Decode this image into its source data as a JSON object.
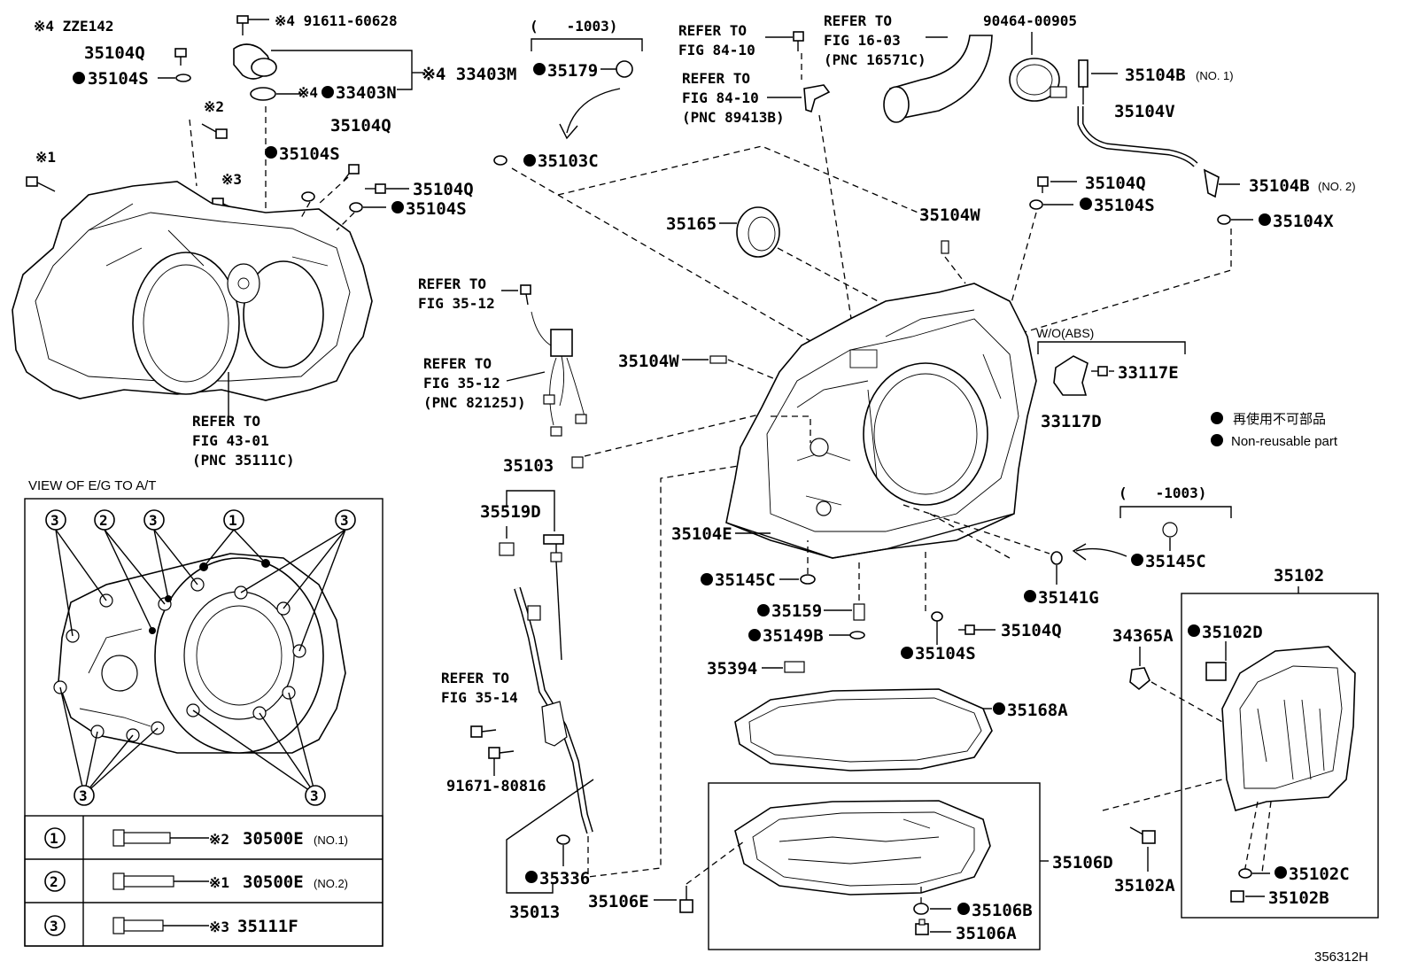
{
  "diagram_id": "356312H",
  "notes": {
    "zze_variant": "※4 ZZE142",
    "view_label": "VIEW OF E/G TO A/T",
    "wo_abs": "W/O(ABS)",
    "range_top": "(　　-1003)",
    "range_right": "(　　-1003)"
  },
  "legend": {
    "jp": "再使用不可部品",
    "en": "Non-reusable part"
  },
  "refs": {
    "fig_84_10_a": [
      "REFER TO",
      "FIG 84-10"
    ],
    "fig_84_10_b": [
      "REFER TO",
      "FIG 84-10",
      "(PNC 89413B)"
    ],
    "fig_16_03": [
      "REFER TO",
      "FIG 16-03",
      "(PNC 16571C)"
    ],
    "fig_35_12_a": [
      "REFER TO",
      "FIG 35-12"
    ],
    "fig_35_12_b": [
      "REFER TO",
      "FIG 35-12",
      "(PNC 82125J)"
    ],
    "fig_43_01": [
      "REFER TO",
      "FIG 43-01",
      "(PNC 35111C)"
    ],
    "fig_35_14": [
      "REFER TO",
      "FIG 35-14"
    ]
  },
  "parts": {
    "p91611": "※4 91611-60628",
    "p35104Q_1": "35104Q",
    "p35104S_1": "35104S",
    "p33403M": "※4 33403M",
    "p33403N": "33403N",
    "mark4": "※4",
    "mark2": "※2",
    "mark1": "※1",
    "mark3": "※3",
    "p35104S_2": "35104S",
    "p35104Q_2": "35104Q",
    "p35104Q_3": "35104Q",
    "p35104S_3": "35104S",
    "p35179": "35179",
    "p35103C": "35103C",
    "p90464": "90464-00905",
    "p35104B1": "35104B",
    "p35104B1_note": "(NO. 1)",
    "p35104V": "35104V",
    "p35104B2": "35104B",
    "p35104B2_note": "(NO. 2)",
    "p35104Q_4": "35104Q",
    "p35104S_4": "35104S",
    "p35104X": "35104X",
    "p35165": "35165",
    "p35104W_1": "35104W",
    "p35104W_2": "35104W",
    "p33117E": "33117E",
    "p33117D": "33117D",
    "p35103": "35103",
    "p35519D": "35519D",
    "p35104E": "35104E",
    "p35145C_1": "35145C",
    "p35145C_2": "35145C",
    "p35141G": "35141G",
    "p35159": "35159",
    "p35149B": "35149B",
    "p35104Q_5": "35104Q",
    "p35104S_5": "35104S",
    "p35394": "35394",
    "p35168A": "35168A",
    "p35102": "35102",
    "p35102D": "35102D",
    "p34365A": "34365A",
    "p91671": "91671-80816",
    "p35336": "35336",
    "p35013": "35013",
    "p35106E": "35106E",
    "p35106D": "35106D",
    "p35106B": "35106B",
    "p35106A": "35106A",
    "p35102A": "35102A",
    "p35102C": "35102C",
    "p35102B": "35102B"
  },
  "bolt_table": [
    {
      "no": "1",
      "mark": "※2",
      "part": "30500E",
      "note": "(NO.1)"
    },
    {
      "no": "2",
      "mark": "※1",
      "part": "30500E",
      "note": "(NO.2)"
    },
    {
      "no": "3",
      "mark": "※3",
      "part": "35111F",
      "note": ""
    }
  ],
  "view_callouts": {
    "c1": "1",
    "c2": "2",
    "c3": "3"
  }
}
